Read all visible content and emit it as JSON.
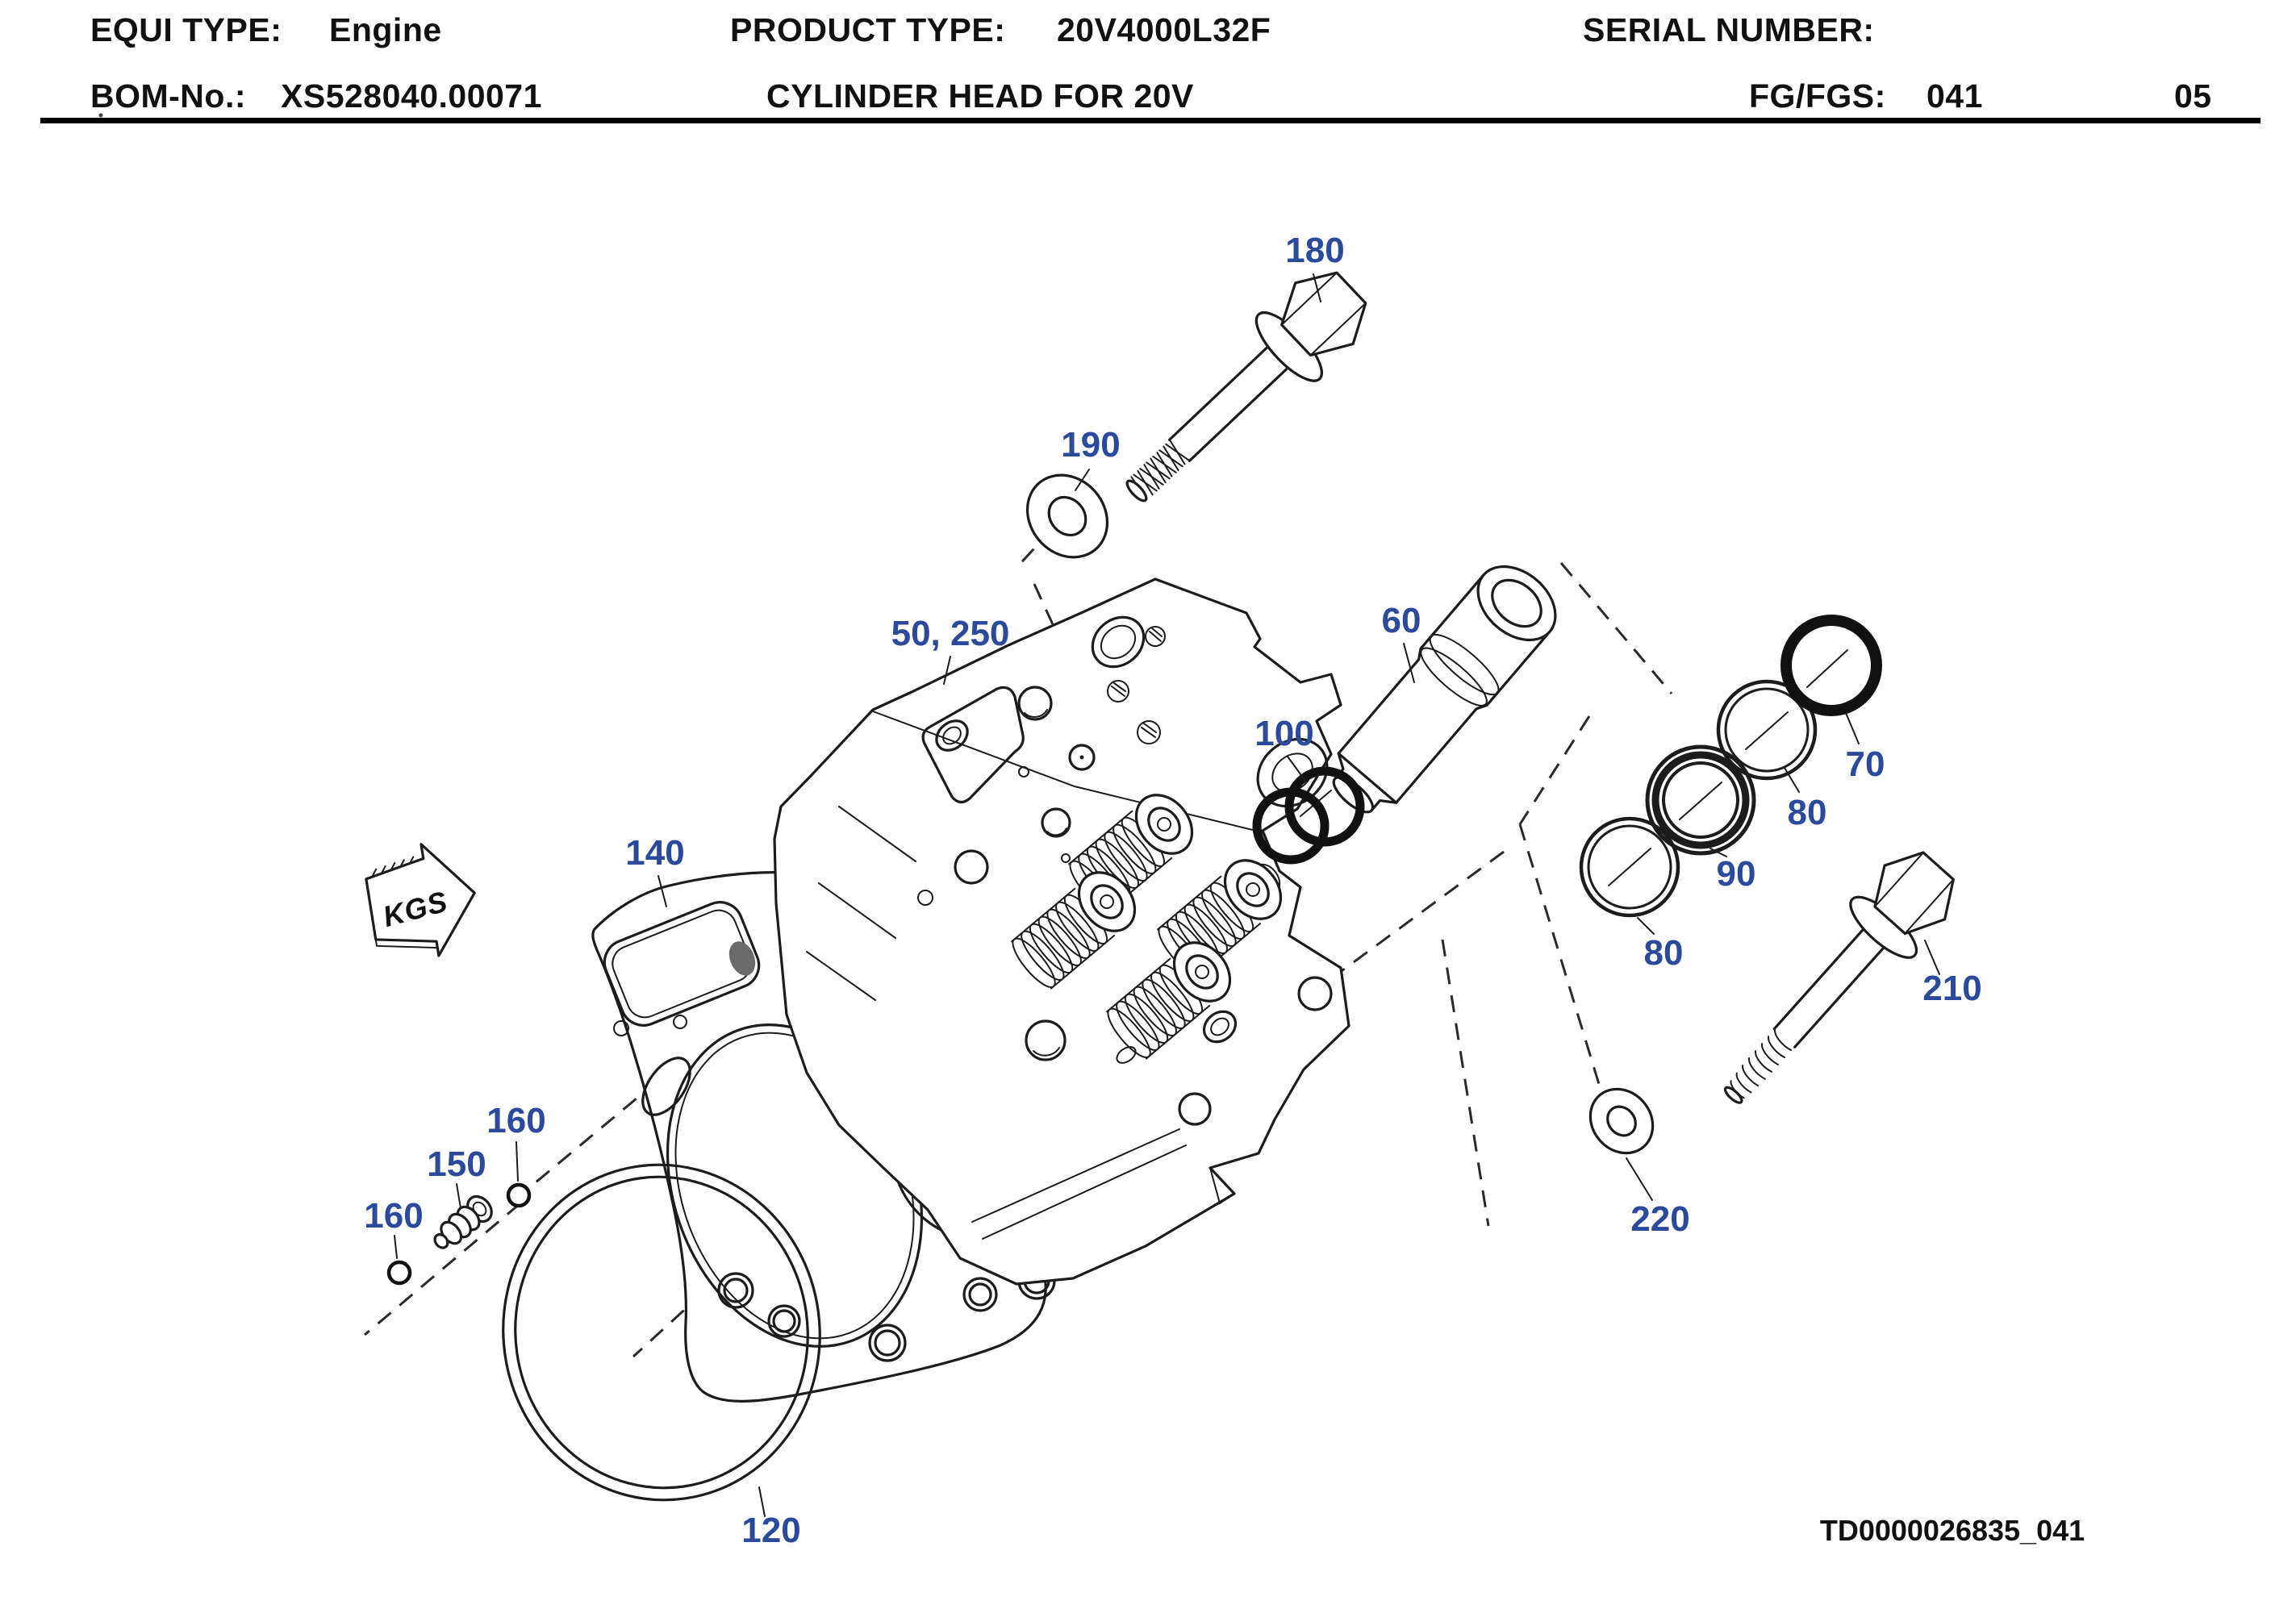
{
  "header": {
    "equi_type_label": "EQUI TYPE:",
    "equi_type_value": "Engine",
    "product_type_label": "PRODUCT TYPE:",
    "product_type_value": "20V4000L32F",
    "serial_number_label": "SERIAL NUMBER:",
    "bom_label": "BOM-No.:",
    "bom_value": "XS528040.00071",
    "product_subtitle": "CYLINDER HEAD FOR 20V",
    "fg_label": "FG/FGS:",
    "fg_value": "041",
    "page_number": "05"
  },
  "diagram": {
    "drawing_id": "TD0000026835_041",
    "direction_marker": "KGS",
    "accent_color": "#2b4a9c",
    "line_color": "#1c1c1c",
    "callouts": [
      {
        "part": "180",
        "label": "180"
      },
      {
        "part": "190",
        "label": "190"
      },
      {
        "part": "50-250",
        "label": "50, 250"
      },
      {
        "part": "60",
        "label": "60"
      },
      {
        "part": "100",
        "label": "100"
      },
      {
        "part": "70",
        "label": "70"
      },
      {
        "part": "80-upper",
        "label": "80"
      },
      {
        "part": "90",
        "label": "90"
      },
      {
        "part": "80-lower",
        "label": "80"
      },
      {
        "part": "140",
        "label": "140"
      },
      {
        "part": "210",
        "label": "210"
      },
      {
        "part": "220",
        "label": "220"
      },
      {
        "part": "160-upper",
        "label": "160"
      },
      {
        "part": "150",
        "label": "150"
      },
      {
        "part": "160-lower",
        "label": "160"
      },
      {
        "part": "120",
        "label": "120"
      }
    ]
  }
}
